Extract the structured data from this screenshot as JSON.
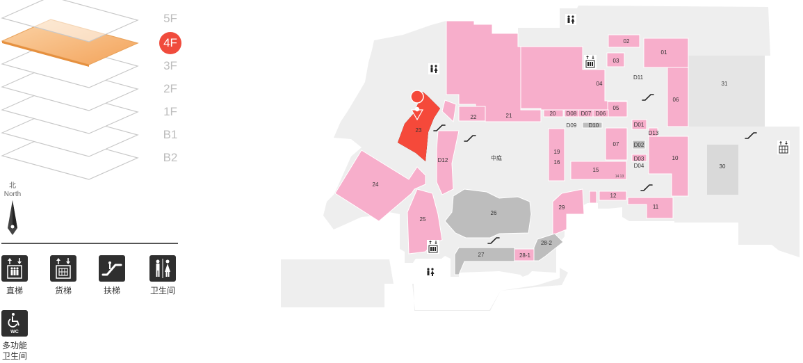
{
  "floors": {
    "items": [
      {
        "label": "5F",
        "active": false
      },
      {
        "label": "4F",
        "active": true
      },
      {
        "label": "3F",
        "active": false
      },
      {
        "label": "2F",
        "active": false
      },
      {
        "label": "1F",
        "active": false
      },
      {
        "label": "B1",
        "active": false
      },
      {
        "label": "B2",
        "active": false
      }
    ]
  },
  "compass": {
    "label_cn": "北",
    "label_en": "North"
  },
  "legend": {
    "items": [
      {
        "icon": "elevator-icon",
        "label": "直梯"
      },
      {
        "icon": "freight-elevator-icon",
        "label": "货梯"
      },
      {
        "icon": "escalator-icon",
        "label": "扶梯"
      },
      {
        "icon": "restroom-icon",
        "label": "卫生间"
      },
      {
        "icon": "accessible-restroom-icon",
        "label": "多功能\n卫生间",
        "badge": "WC"
      }
    ]
  },
  "map": {
    "courtyard_label": "中庭",
    "units": {
      "u01": "01",
      "u02": "02",
      "u03": "03",
      "u04": "04",
      "u05": "05",
      "u06": "06",
      "u07": "07",
      "u10": "10",
      "u11": "11",
      "u12": "12",
      "u15": "15",
      "u16": "16",
      "u19": "19",
      "u20": "20",
      "u21": "21",
      "u22": "22",
      "u23": "23",
      "u24": "24",
      "u25": "25",
      "u26": "26",
      "u27": "27",
      "u28_1": "28-1",
      "u28_2": "28-2",
      "u29": "29",
      "u30": "30",
      "u31": "31",
      "d01": "D01",
      "d02": "D02",
      "d03": "D03",
      "d04": "D04",
      "d06": "D06",
      "d07": "D07",
      "d08": "D08",
      "d09": "D09",
      "d10": "D10",
      "d11": "D11",
      "d12": "D12",
      "d13": "D13",
      "n14_13": "14 13"
    },
    "colors": {
      "shop": "#f7aecb",
      "selected": "#f5493a",
      "gray_block": "#bdbdbd",
      "floor_bg": "#eeeeee"
    }
  }
}
